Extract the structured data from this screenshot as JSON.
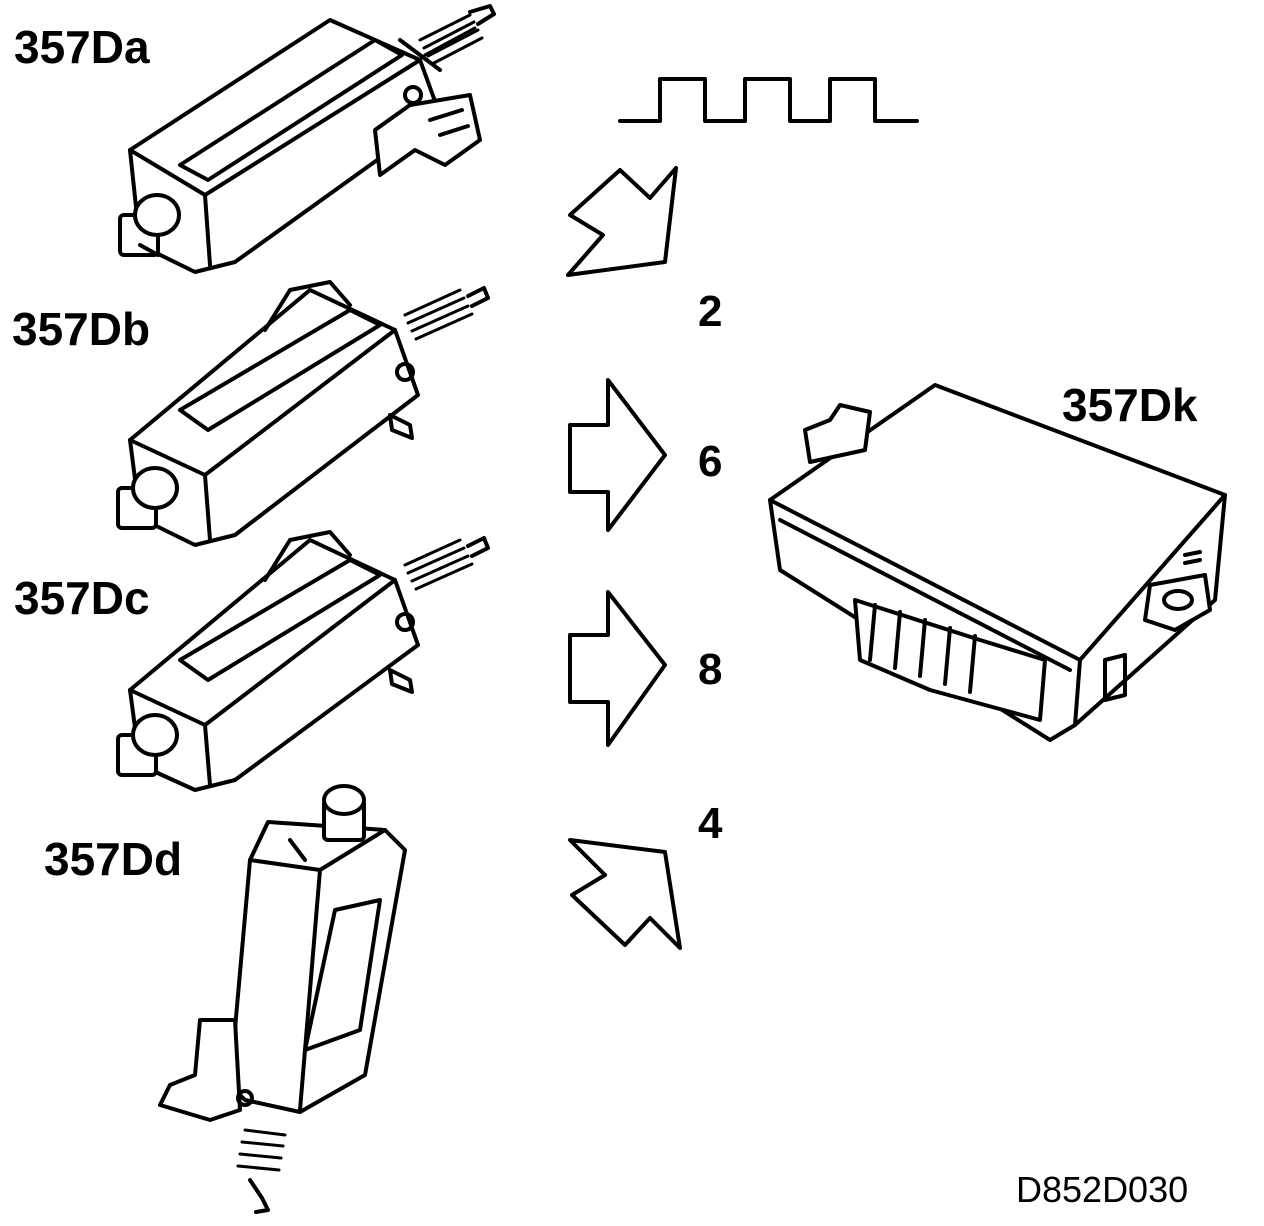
{
  "labels": {
    "motor_a": "357Da",
    "motor_b": "357Db",
    "motor_c": "357Dc",
    "motor_d": "357Dd",
    "control_module": "357Dk"
  },
  "channel_numbers": {
    "top_arrow": "2",
    "upper_middle_arrow": "6",
    "lower_middle_arrow": "8",
    "bottom_arrow": "4"
  },
  "figure_code": "D852D030",
  "colors": {
    "ink": "#000000",
    "paper": "#ffffff"
  }
}
